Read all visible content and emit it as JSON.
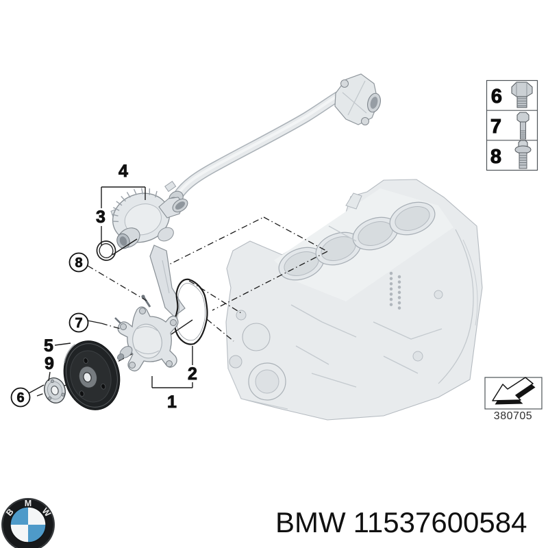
{
  "figure": {
    "description": "BMW engine coolant water pump and thermostat exploded parts diagram",
    "diagram_code": "380705",
    "callouts": [
      {
        "label": "4",
        "circled": false,
        "points_to": "thermostat-housing-assembly"
      },
      {
        "label": "3",
        "circled": false,
        "points_to": "o-ring"
      },
      {
        "label": "8",
        "circled": true,
        "points_to": "stud-bolt-on-arm"
      },
      {
        "label": "7",
        "circled": true,
        "points_to": "water-pump-bolt"
      },
      {
        "label": "5",
        "circled": false,
        "points_to": "pulley"
      },
      {
        "label": "9",
        "circled": false,
        "points_to": "washer"
      },
      {
        "label": "6",
        "circled": true,
        "points_to": "flange-washer"
      },
      {
        "label": "2",
        "circled": false,
        "points_to": "profile-gasket"
      },
      {
        "label": "1",
        "circled": false,
        "points_to": "water-pump"
      }
    ],
    "legend": {
      "rows": [
        {
          "label": "6",
          "icon": "hex-bolt-icon"
        },
        {
          "label": "7",
          "icon": "long-bolt-icon"
        },
        {
          "label": "8",
          "icon": "flange-bolt-icon"
        }
      ]
    }
  },
  "footer": {
    "brand": "BMW",
    "part_number": "11537600584",
    "logo": {
      "letters": [
        "B",
        "M",
        "W"
      ],
      "blue": "#4e9ac9"
    }
  },
  "colors": {
    "line": "#1a1a1a",
    "part_light": "#e8ebed",
    "pulley_black": "#202325",
    "bmw_blue": "#4e9ac9"
  }
}
